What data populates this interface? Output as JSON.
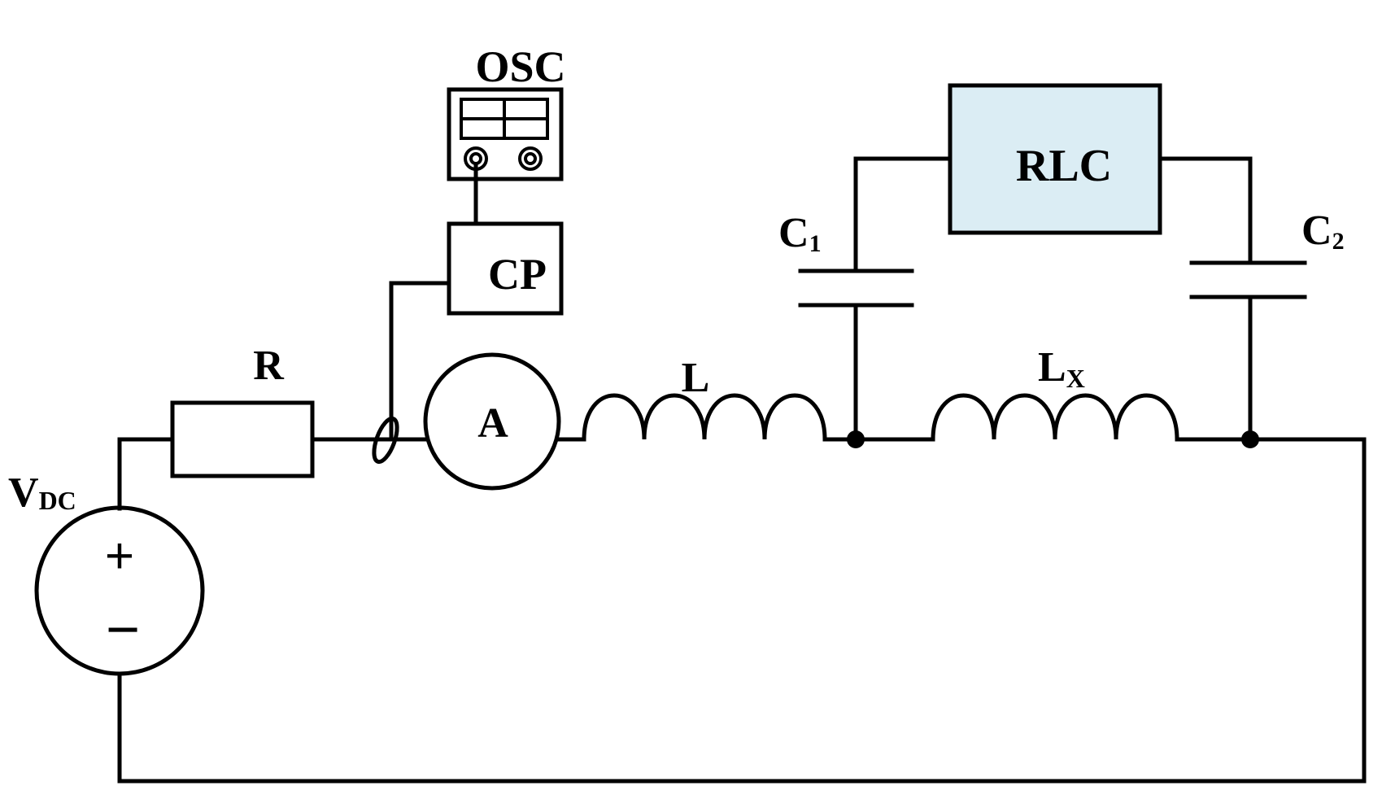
{
  "labels": {
    "osc": "OSC",
    "cp": "CP",
    "rlc": "RLC",
    "r": "R",
    "a": "A",
    "l": "L",
    "lx_main": "L",
    "lx_sub": "X",
    "c1_main": "C",
    "c1_sub": "1",
    "c2_main": "C",
    "c2_sub": "2",
    "vdc_main": "V",
    "vdc_sub": "DC",
    "plus": "+",
    "minus": "−"
  },
  "colors": {
    "wire": "#000000",
    "rlc_fill": "#dbedf4",
    "background": "#ffffff"
  }
}
